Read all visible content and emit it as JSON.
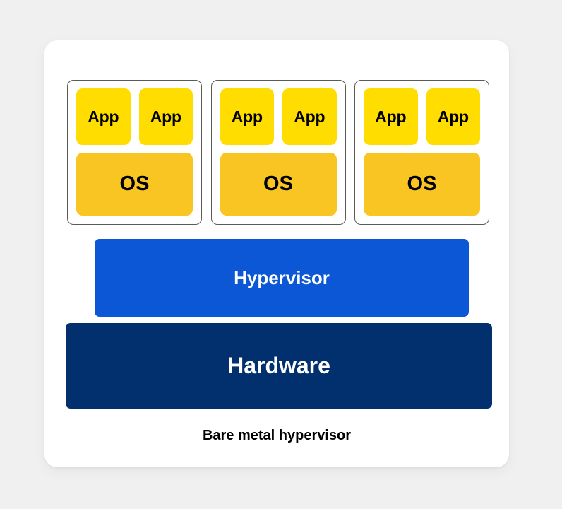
{
  "diagram": {
    "caption": "Bare metal hypervisor",
    "colors": {
      "background": "#f0f0f0",
      "card": "#ffffff",
      "app": "#ffdd00",
      "os": "#f8c522",
      "hypervisor": "#0b57d6",
      "hardware": "#02306e",
      "vm_border": "#5a5a5a",
      "text_dark": "#000000",
      "text_light": "#ffffff"
    },
    "vms": [
      {
        "apps": [
          "App",
          "App"
        ],
        "os": "OS"
      },
      {
        "apps": [
          "App",
          "App"
        ],
        "os": "OS"
      },
      {
        "apps": [
          "App",
          "App"
        ],
        "os": "OS"
      }
    ],
    "layers": {
      "hypervisor": "Hypervisor",
      "hardware": "Hardware"
    }
  }
}
